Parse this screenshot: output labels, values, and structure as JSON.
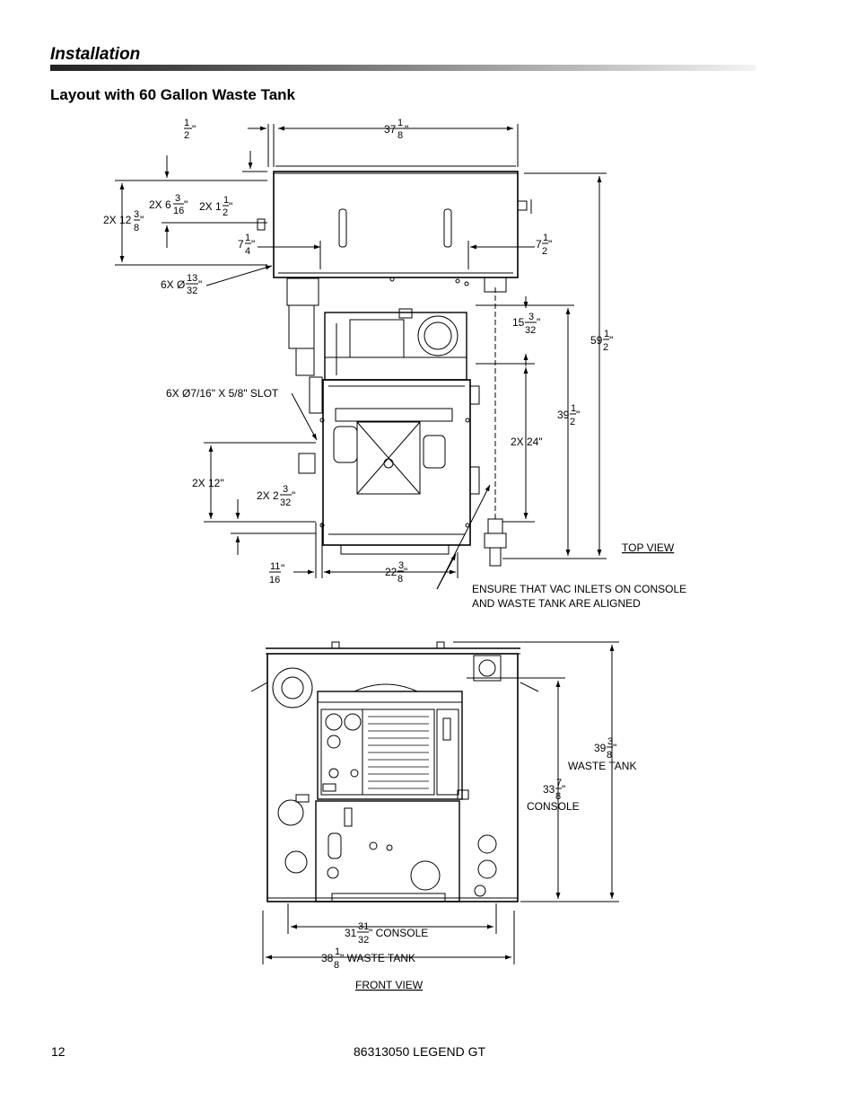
{
  "header": {
    "section": "Installation"
  },
  "heading": "Layout with 60 Gallon Waste Tank",
  "top_view": {
    "label": "TOP VIEW",
    "dim_half": {
      "num": "1",
      "den": "2",
      "suffix": "\""
    },
    "dim_width": {
      "whole": "37",
      "num": "1",
      "den": "8",
      "suffix": "\""
    },
    "dim_2x_12": {
      "prefix": "2X 12",
      "num": "3",
      "den": "8",
      "suffix": "\""
    },
    "dim_2x_6": {
      "prefix": "2X 6",
      "num": "3",
      "den": "16",
      "suffix": "\""
    },
    "dim_2x_1": {
      "prefix": "2X 1",
      "num": "1",
      "den": "2",
      "suffix": "\""
    },
    "dim_7_left": {
      "whole": "7",
      "num": "1",
      "den": "4",
      "suffix": "\""
    },
    "dim_7_right": {
      "whole": "7",
      "num": "1",
      "den": "2",
      "suffix": "\""
    },
    "dim_hole": {
      "prefix": "6X Ø",
      "num": "13",
      "den": "32",
      "suffix": "\""
    },
    "dim_15": {
      "whole": "15",
      "num": "3",
      "den": "32",
      "suffix": "\""
    },
    "dim_59": {
      "whole": "59",
      "num": "1",
      "den": "2",
      "suffix": "\""
    },
    "slot_label": "6X Ø7/16\" X 5/8\" SLOT",
    "dim_39": {
      "whole": "39",
      "num": "1",
      "den": "2",
      "suffix": "\""
    },
    "dim_2x_24": "2X 24\"",
    "dim_2x_12_plain": "2X 12\"",
    "dim_2x_2": {
      "prefix": "2X 2",
      "num": "3",
      "den": "32",
      "suffix": "\""
    },
    "dim_11_16": {
      "num": "11",
      "den": "16",
      "suffix": "\""
    },
    "dim_22": {
      "whole": "22",
      "num": "3",
      "den": "8",
      "suffix": "\""
    },
    "note_line1": "ENSURE THAT VAC INLETS ON CONSOLE",
    "note_line2": "AND WASTE TANK ARE ALIGNED"
  },
  "front_view": {
    "label": "FRONT VIEW",
    "dim_39_waste": {
      "whole": "39",
      "num": "3",
      "den": "8",
      "suffix": "\"",
      "caption": "WASTE TANK"
    },
    "dim_33_console": {
      "whole": "33",
      "num": "7",
      "den": "8",
      "suffix": "\"",
      "caption": "CONSOLE"
    },
    "dim_31_console": {
      "whole": "31",
      "num": "31",
      "den": "32",
      "suffix": "\" CONSOLE"
    },
    "dim_38_waste": {
      "whole": "38",
      "num": "1",
      "den": "8",
      "suffix": "\" WASTE TANK"
    }
  },
  "footer": {
    "page_number": "12",
    "doc_id": "86313050  LEGEND GT"
  }
}
